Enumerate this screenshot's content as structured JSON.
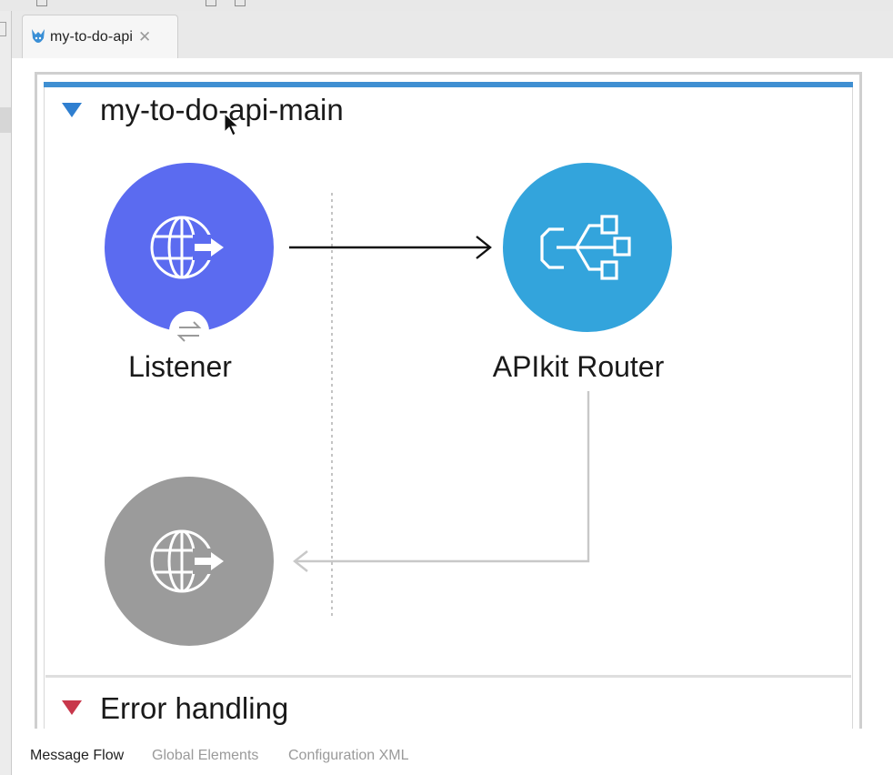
{
  "editor_tab": {
    "label": "my-to-do-api",
    "icon": "mule-project-icon",
    "close_icon": "close-icon"
  },
  "flow": {
    "name": "my-to-do-api-main",
    "expanded": true,
    "accent_color": "#3f8fd2",
    "caret_color": "#2f7fd0"
  },
  "nodes": {
    "listener": {
      "label": "Listener",
      "icon": "globe-arrow-icon",
      "color": "#5b6bf0",
      "badge_icon": "exchange-arrows-icon"
    },
    "router": {
      "label": "APIkit Router",
      "icon": "router-tree-icon",
      "color": "#33a4dc"
    },
    "response": {
      "icon": "globe-arrow-icon",
      "color": "#9b9b9b"
    }
  },
  "error_handling": {
    "label": "Error handling",
    "caret_color": "#c8374b"
  },
  "bottom_tabs": [
    {
      "label": "Message Flow",
      "active": true
    },
    {
      "label": "Global Elements",
      "active": false
    },
    {
      "label": "Configuration XML",
      "active": false
    }
  ]
}
